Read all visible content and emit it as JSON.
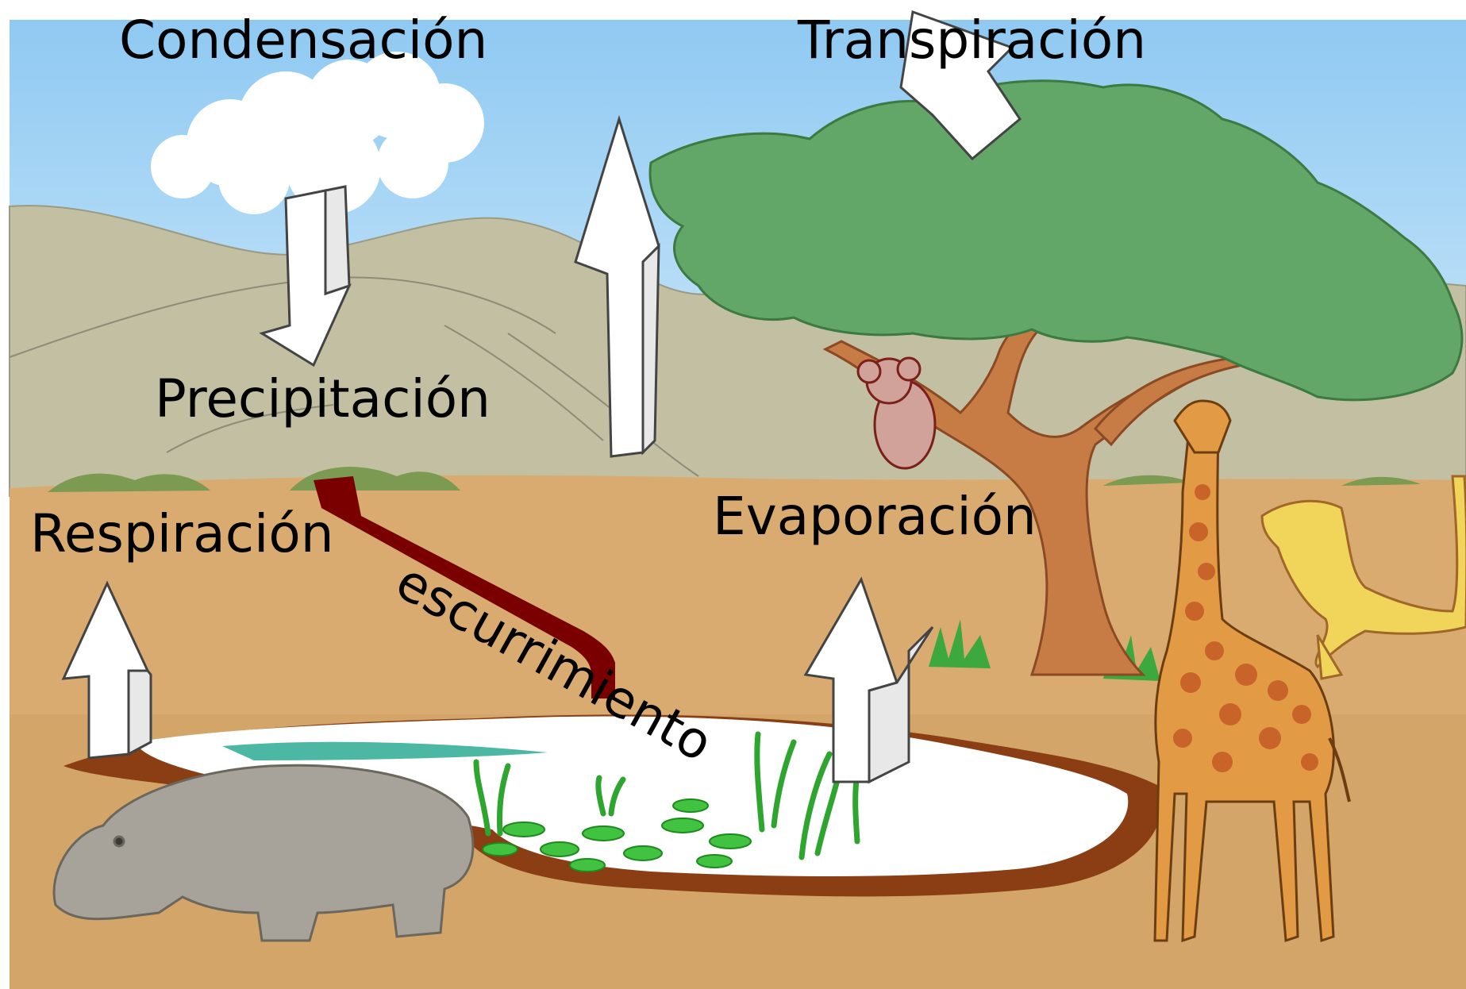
{
  "diagram": {
    "labels": {
      "condensacion": "Condensación",
      "transpiracion": "Transpiración",
      "precipitacion": "Precipitación",
      "respiracion": "Respiración",
      "evaporacion": "Evaporación",
      "escurrimiento": "escurrimiento"
    }
  },
  "colors": {
    "sky": "#aad8f8",
    "hills": "#c2bfa3",
    "ground": "#d9ab70",
    "water": "#ffffff",
    "lagoon": "#4cb8a4",
    "foliage": "#62a668",
    "trunk": "#c77c45",
    "runoff_arrow": "#7a0000",
    "process_arrow": "#ffffff",
    "giraffe": "#e29a45",
    "hippo": "#a8a39a",
    "dinosaur": "#f1d55a"
  }
}
